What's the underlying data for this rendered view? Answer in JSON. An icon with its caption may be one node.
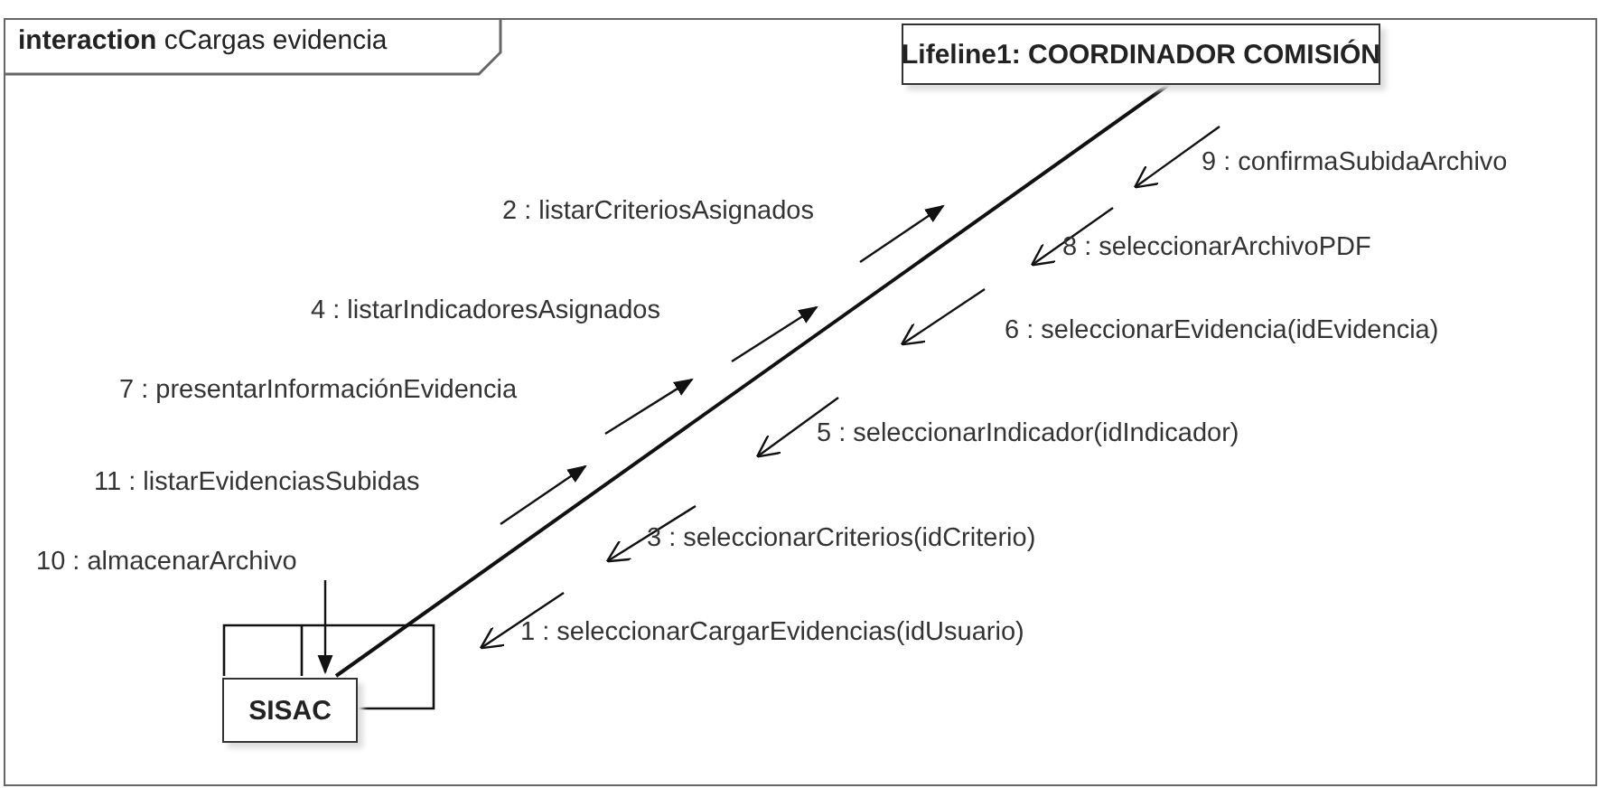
{
  "diagram": {
    "nodes": [
      {
        "text": [
          "**interaction** cCargas evidencia"
        ]
      },
      {
        "text": [
          "Lifeline1: COORDINADOR COMISIÓN"
        ],
        "in": 0
      },
      {
        "text": [
          "SISAC"
        ],
        "in": 0
      }
    ],
    "edges": [
      {
        "from": 1,
        "to": 2,
        "arrow": "none"
      },
      {
        "from": 2,
        "to": 2,
        "arrow": "none"
      }
    ],
    "labels": [
      "9 : confirmaSubidaArchivo",
      "2 : listarCriteriosAsignados",
      "8 : seleccionarArchivoPDF",
      "4 : listarIndicadoresAsignados",
      "6 : seleccionarEvidencia(idEvidencia)",
      "7 : presentarInformaciónEvidencia",
      "5 : seleccionarIndicador(idIndicador)",
      "11 : listarEvidenciasSubidas",
      "3 : seleccionarCriterios(idCriterio)",
      "10 : almacenarArchivo",
      "1 : seleccionarCargarEvidencias(idUsuario)"
    ]
  }
}
